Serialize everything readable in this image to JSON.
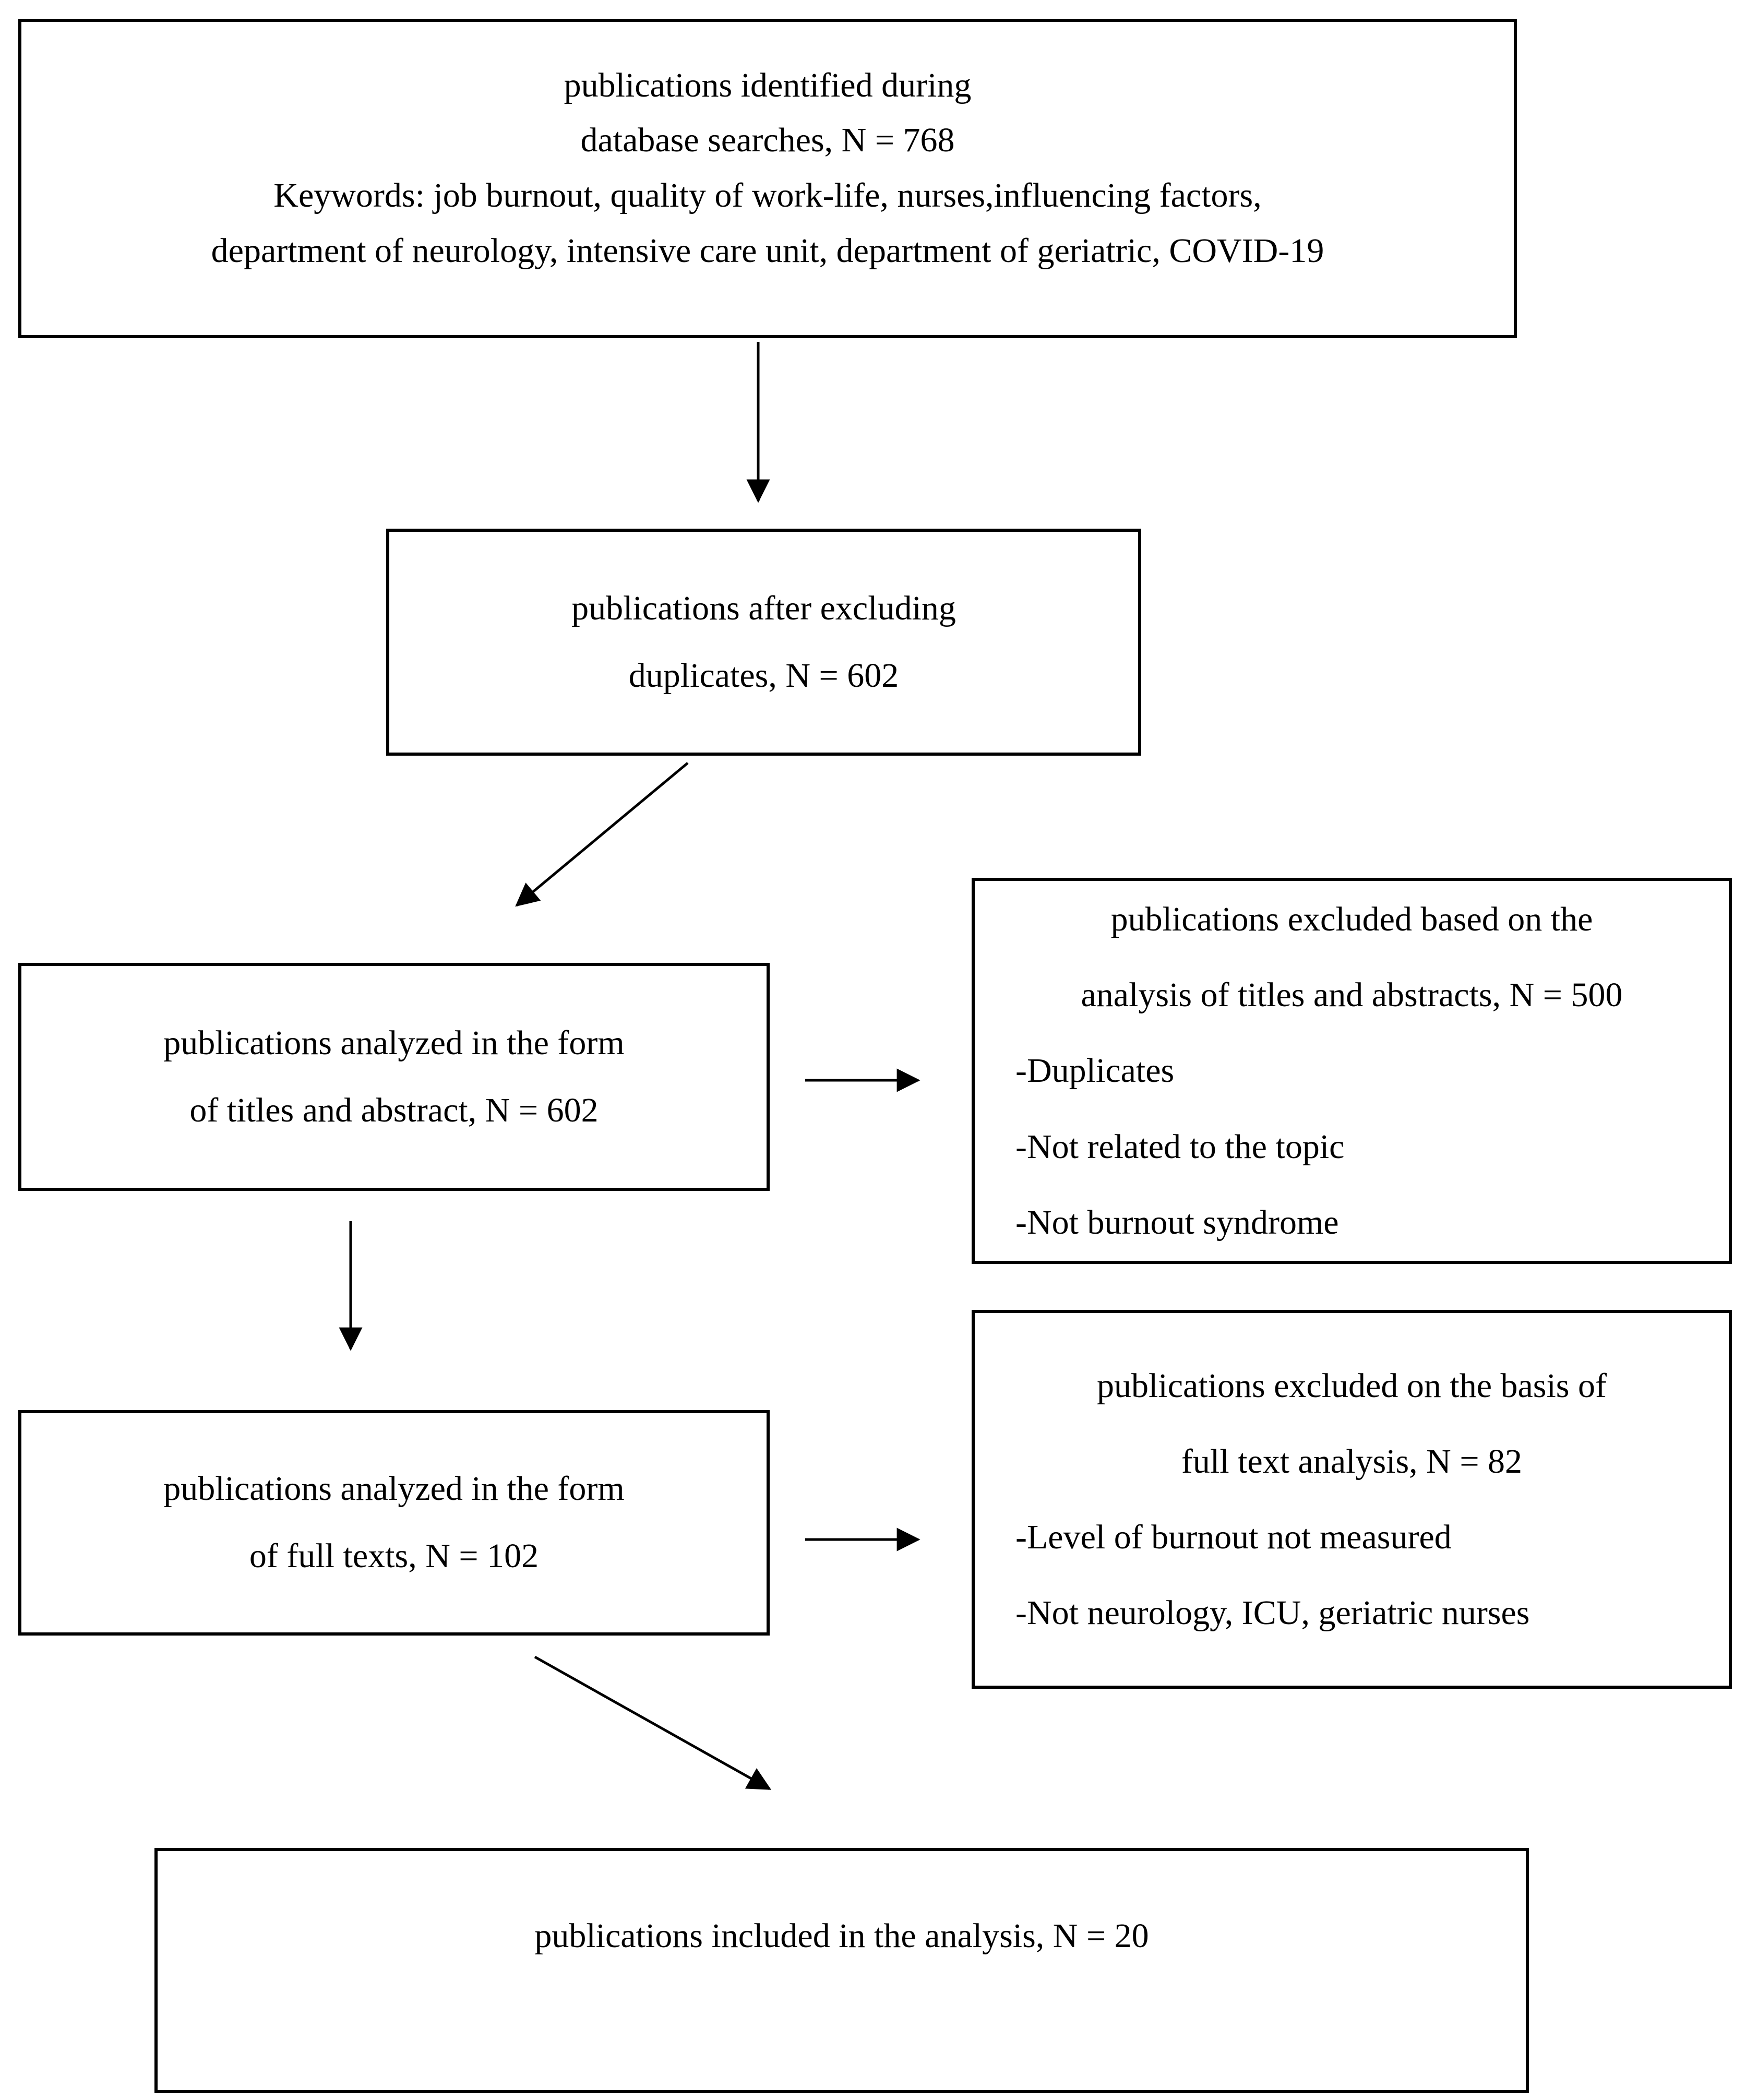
{
  "figure": {
    "type": "flowchart",
    "colors": {
      "ink": "#000000",
      "background": "#ffffff"
    },
    "boxes": {
      "identified": {
        "lines": [
          "publications identified during",
          "database searches, N = 768",
          "Keywords: job burnout, quality of work-life, nurses,influencing factors,",
          "department of neurology, intensive care unit, department of geriatric, COVID-19"
        ]
      },
      "deduplicated": {
        "lines": [
          "publications after excluding",
          "duplicates, N = 602"
        ]
      },
      "titles_analyzed": {
        "lines": [
          "publications analyzed in the form",
          "of titles and abstract, N = 602"
        ]
      },
      "excluded_titles": {
        "centered_lines": [
          "publications excluded based on the",
          "analysis of titles and abstracts, N = 500"
        ],
        "bullet_lines": [
          "-Duplicates",
          "-Not related to the topic",
          "-Not burnout syndrome"
        ]
      },
      "fulltexts_analyzed": {
        "lines": [
          "publications analyzed in the form",
          "of full texts, N = 102"
        ]
      },
      "excluded_fulltext": {
        "centered_lines": [
          "publications excluded on the basis of",
          "full text analysis, N = 82"
        ],
        "bullet_lines": [
          "-Level of burnout not measured",
          "-Not neurology, ICU, geriatric nurses"
        ]
      },
      "included": {
        "lines": [
          "publications included in the analysis, N = 20"
        ]
      }
    }
  }
}
